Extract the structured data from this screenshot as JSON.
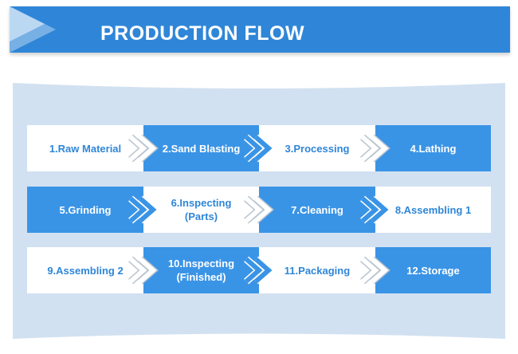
{
  "title": "PRODUCTION FLOW",
  "colors": {
    "primary": "#2f86d8",
    "cell_dark": "#3a94e6",
    "cell_light": "#ffffff",
    "panel": "#d2e1f1"
  },
  "rows": [
    {
      "steps": [
        {
          "label": "1.Raw Material",
          "style": "light"
        },
        {
          "label": "2.Sand Blasting",
          "style": "dark"
        },
        {
          "label": "3.Processing",
          "style": "light"
        },
        {
          "label": "4.Lathing",
          "style": "dark"
        }
      ]
    },
    {
      "steps": [
        {
          "label": "5.Grinding",
          "style": "dark"
        },
        {
          "label": "6.Inspecting\n(Parts)",
          "style": "light"
        },
        {
          "label": "7.Cleaning",
          "style": "dark"
        },
        {
          "label": "8.Assembling 1",
          "style": "light"
        }
      ]
    },
    {
      "steps": [
        {
          "label": "9.Assembling 2",
          "style": "light"
        },
        {
          "label": "10.Inspecting\n(Finished)",
          "style": "dark"
        },
        {
          "label": "11.Packaging",
          "style": "light"
        },
        {
          "label": "12.Storage",
          "style": "dark"
        }
      ]
    }
  ],
  "arrow_icon": "double-chevron-right-icon"
}
